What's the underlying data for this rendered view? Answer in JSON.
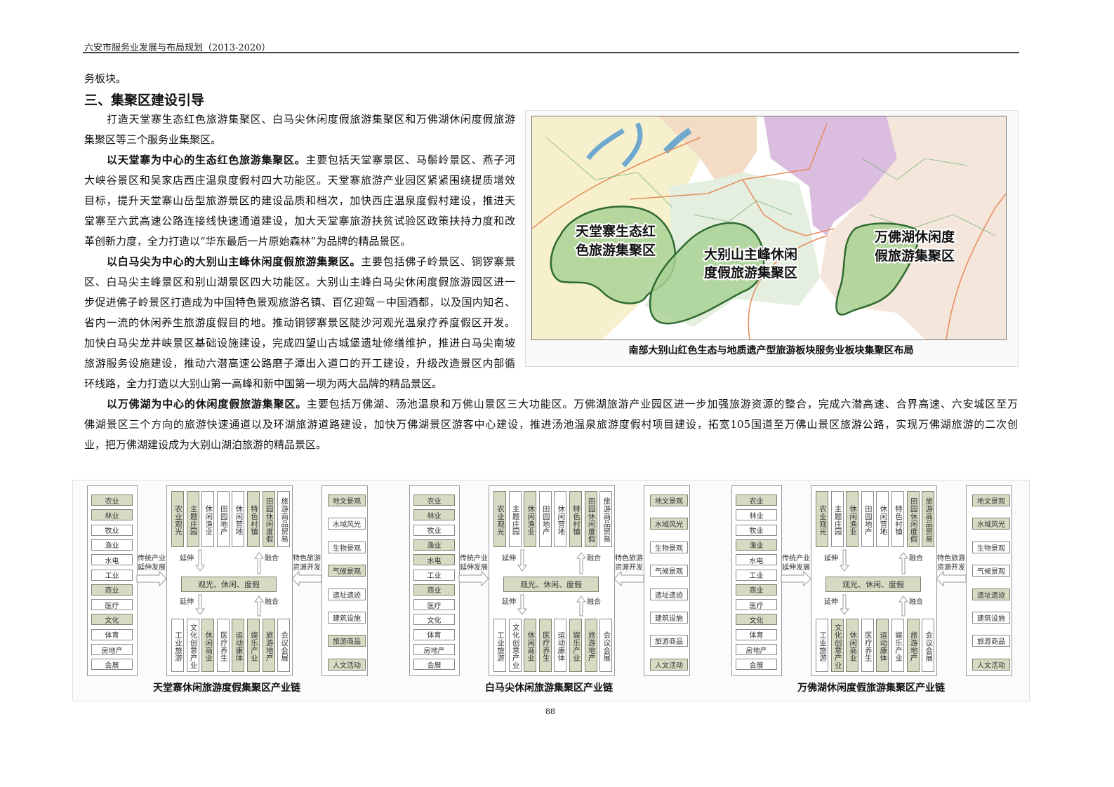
{
  "header": {
    "title": "六安市服务业发展与布局规划（2013-2020）"
  },
  "lead_line": "务板块。",
  "section_heading": "三、集聚区建设引导",
  "left_lines": [
    {
      "bold": "",
      "text": "打造天堂寨生态红色旅游集聚区、白马尖休闲度假旅游集聚区和万佛湖休闲度假旅游",
      "indent": true,
      "justify": true
    },
    {
      "bold": "",
      "text": "集聚区等三个服务业集聚区。",
      "indent": false,
      "justify": false
    },
    {
      "bold": "以天堂寨为中心的生态红色旅游集聚区。",
      "text": "主要包括天堂寨景区、马鬃岭景区、燕子河",
      "indent": true,
      "justify": true
    },
    {
      "bold": "",
      "text": "大峡谷景区和吴家店西庄温泉度假村四大功能区。天堂寨旅游产业园区紧紧围绕提质增效",
      "indent": false,
      "justify": true
    },
    {
      "bold": "",
      "text": "目标，提升天堂寨山岳型旅游景区的建设品质和档次，加快西庄温泉度假村建设，推进天",
      "indent": false,
      "justify": true
    },
    {
      "bold": "",
      "text": "堂寨至六武高速公路连接线快速通道建设，加大天堂寨旅游扶贫试验区政策扶持力度和改",
      "indent": false,
      "justify": true
    },
    {
      "bold": "",
      "text": "革创新力度，全力打造以“华东最后一片原始森林”为品牌的精品景区。",
      "indent": false,
      "justify": false
    },
    {
      "bold": "以白马尖为中心的大别山主峰休闲度假旅游集聚区。",
      "text": "主要包括佛子岭景区、铜锣寨景",
      "indent": true,
      "justify": true
    },
    {
      "bold": "",
      "text": "区、白马尖主峰景区和别山湖景区四大功能区。大别山主峰白马尖休闲度假旅游园区进一",
      "indent": false,
      "justify": true
    },
    {
      "bold": "",
      "text": "步促进佛子岭景区打造成为中国特色景观旅游名镇、百亿迎驾－中国酒都，以及国内知名、",
      "indent": false,
      "justify": true
    },
    {
      "bold": "",
      "text": "省内一流的休闲养生旅游度假目的地。推动铜锣寨景区陡沙河观光温泉疗养度假区开发。",
      "indent": false,
      "justify": true
    },
    {
      "bold": "",
      "text": "加快白马尖龙井峡景区基础设施建设，完成四望山古城堡遗址修缮维护，推进白马尖南坡",
      "indent": false,
      "justify": true
    },
    {
      "bold": "",
      "text": "旅游服务设施建设，推动六潜高速公路磨子潭出入道口的开工建设，升级改造景区内部循",
      "indent": false,
      "justify": true
    },
    {
      "bold": "",
      "text": "环线路，全力打造以大别山第一高峰和新中国第一坝为两大品牌的精品景区。",
      "indent": false,
      "justify": false
    }
  ],
  "full_lines": [
    {
      "bold": "以万佛湖为中心的休闲度假旅游集聚区。",
      "text": "主要包括万佛湖、汤池温泉和万佛山景区三大功能区。万佛湖旅游产业园区进一步加强旅游资源的整合，完成六潜高速、合界高速、六安城区至万",
      "indent": true,
      "justify": true
    },
    {
      "bold": "",
      "text": "佛湖景区三个方向的旅游快速通道以及环湖旅游道路建设，加快万佛湖景区游客中心建设，推进汤池温泉旅游度假村项目建设，拓宽105国道至万佛山景区旅游公路，实现万佛湖旅游的二次创",
      "indent": false,
      "justify": true
    },
    {
      "bold": "",
      "text": "业，把万佛湖建设成为大别山湖泊旅游的精品景区。",
      "indent": false,
      "justify": false
    }
  ],
  "map": {
    "caption": "南部大别山红色生态与地质遗产型旅游板块服务业板块集聚区布局",
    "zones": [
      {
        "lines": [
          "天堂寨生态红",
          "色旅游集聚区"
        ]
      },
      {
        "lines": [
          "大别山主峰休闲",
          "度假旅游集聚区"
        ]
      },
      {
        "lines": [
          "万佛湖休闲度",
          "假旅游集聚区"
        ]
      }
    ],
    "colors": {
      "zone_fill": "#a9d193",
      "zone_stroke": "#2f6a2f"
    }
  },
  "diagrams": [
    {
      "caption": "天堂寨休闲旅游度假集聚区产业链",
      "center": "观光、休闲、度假",
      "left_arrow_label": "传统产业延伸发展",
      "right_arrow_label": "特色旅游资源开发",
      "extend_label": "延伸",
      "merge_label": "融合",
      "left": [
        {
          "t": "农业",
          "h": true
        },
        {
          "t": "林业",
          "h": true
        },
        {
          "t": "牧业",
          "h": false
        },
        {
          "t": "渔业",
          "h": false
        },
        {
          "t": "水电",
          "h": false
        },
        {
          "t": "工业",
          "h": false
        },
        {
          "t": "商业",
          "h": true
        },
        {
          "t": "医疗",
          "h": false
        },
        {
          "t": "文化",
          "h": true
        },
        {
          "t": "体育",
          "h": false
        },
        {
          "t": "房地产",
          "h": false
        },
        {
          "t": "会展",
          "h": false
        }
      ],
      "top": [
        {
          "t": "农业观光",
          "h": true
        },
        {
          "t": "主题庄园",
          "h": true
        },
        {
          "t": "休闲渔业",
          "h": false
        },
        {
          "t": "田园地产",
          "h": false
        },
        {
          "t": "休闲营地",
          "h": false
        },
        {
          "t": "特色村镇",
          "h": true
        },
        {
          "t": "田园休闲度假",
          "h": true
        },
        {
          "t": "旅游商品贸易",
          "h": false
        }
      ],
      "bottom": [
        {
          "t": "工业旅游",
          "h": false
        },
        {
          "t": "文化创意产业",
          "h": false
        },
        {
          "t": "休闲商业",
          "h": true
        },
        {
          "t": "医疗养生",
          "h": false
        },
        {
          "t": "运动康体",
          "h": true
        },
        {
          "t": "娱乐产业",
          "h": true
        },
        {
          "t": "旅游地产",
          "h": true
        },
        {
          "t": "会议会展",
          "h": false
        }
      ],
      "right": [
        {
          "t": "地文景观",
          "h": true
        },
        {
          "t": "水域风光",
          "h": false
        },
        {
          "t": "生物景观",
          "h": false
        },
        {
          "t": "气候景观",
          "h": true
        },
        {
          "t": "遗址遗迹",
          "h": false
        },
        {
          "t": "建筑设施",
          "h": false
        },
        {
          "t": "旅游商品",
          "h": true
        },
        {
          "t": "人文活动",
          "h": true
        }
      ]
    },
    {
      "caption": "白马尖休闲旅游集聚区产业链",
      "center": "观光、休闲、度假",
      "left_arrow_label": "传统产业延伸发展",
      "right_arrow_label": "特色旅游资源开发",
      "extend_label": "延伸",
      "merge_label": "融合",
      "left": [
        {
          "t": "农业",
          "h": true
        },
        {
          "t": "林业",
          "h": true
        },
        {
          "t": "牧业",
          "h": false
        },
        {
          "t": "渔业",
          "h": true
        },
        {
          "t": "水电",
          "h": true
        },
        {
          "t": "工业",
          "h": false
        },
        {
          "t": "商业",
          "h": true
        },
        {
          "t": "医疗",
          "h": false
        },
        {
          "t": "文化",
          "h": false
        },
        {
          "t": "体育",
          "h": false
        },
        {
          "t": "房地产",
          "h": false
        },
        {
          "t": "会展",
          "h": false
        }
      ],
      "top": [
        {
          "t": "农业观光",
          "h": true
        },
        {
          "t": "主题庄园",
          "h": false
        },
        {
          "t": "休闲渔业",
          "h": true
        },
        {
          "t": "田园地产",
          "h": false
        },
        {
          "t": "休闲营地",
          "h": false
        },
        {
          "t": "特色村镇",
          "h": true
        },
        {
          "t": "田园休闲度假",
          "h": true
        },
        {
          "t": "旅游商品贸易",
          "h": false
        }
      ],
      "bottom": [
        {
          "t": "工业旅游",
          "h": false
        },
        {
          "t": "文化创意产业",
          "h": false
        },
        {
          "t": "休闲商业",
          "h": true
        },
        {
          "t": "医疗养生",
          "h": true
        },
        {
          "t": "运动康体",
          "h": false
        },
        {
          "t": "娱乐产业",
          "h": true
        },
        {
          "t": "旅游地产",
          "h": true
        },
        {
          "t": "会议会展",
          "h": false
        }
      ],
      "right": [
        {
          "t": "地文景观",
          "h": true
        },
        {
          "t": "水域风光",
          "h": true
        },
        {
          "t": "生物景观",
          "h": false
        },
        {
          "t": "气候景观",
          "h": false
        },
        {
          "t": "遗址遗迹",
          "h": false
        },
        {
          "t": "建筑设施",
          "h": false
        },
        {
          "t": "旅游商品",
          "h": false
        },
        {
          "t": "人文活动",
          "h": true
        }
      ]
    },
    {
      "caption": "万佛湖休闲度假旅游集聚区产业链",
      "center": "观光、休闲、度假",
      "left_arrow_label": "传统产业延伸发展",
      "right_arrow_label": "特色旅游资源开发",
      "extend_label": "延伸",
      "merge_label": "融合",
      "left": [
        {
          "t": "农业",
          "h": true
        },
        {
          "t": "林业",
          "h": false
        },
        {
          "t": "牧业",
          "h": false
        },
        {
          "t": "渔业",
          "h": true
        },
        {
          "t": "水电",
          "h": false
        },
        {
          "t": "工业",
          "h": false
        },
        {
          "t": "商业",
          "h": true
        },
        {
          "t": "医疗",
          "h": false
        },
        {
          "t": "文化",
          "h": true
        },
        {
          "t": "体育",
          "h": false
        },
        {
          "t": "房地产",
          "h": false
        },
        {
          "t": "会展",
          "h": false
        }
      ],
      "top": [
        {
          "t": "农业观光",
          "h": true
        },
        {
          "t": "主题庄园",
          "h": false
        },
        {
          "t": "休闲渔业",
          "h": true
        },
        {
          "t": "田园地产",
          "h": false
        },
        {
          "t": "休闲营地",
          "h": false
        },
        {
          "t": "特色村镇",
          "h": false
        },
        {
          "t": "田园休闲度假",
          "h": true
        },
        {
          "t": "旅游商品贸易",
          "h": true
        }
      ],
      "bottom": [
        {
          "t": "工业旅游",
          "h": false
        },
        {
          "t": "文化创意产业",
          "h": true
        },
        {
          "t": "休闲商业",
          "h": true
        },
        {
          "t": "医疗养生",
          "h": false
        },
        {
          "t": "运动康体",
          "h": true
        },
        {
          "t": "娱乐产业",
          "h": false
        },
        {
          "t": "旅游地产",
          "h": true
        },
        {
          "t": "会议会展",
          "h": false
        }
      ],
      "right": [
        {
          "t": "地文景观",
          "h": true
        },
        {
          "t": "水域风光",
          "h": true
        },
        {
          "t": "生物景观",
          "h": false
        },
        {
          "t": "气候景观",
          "h": false
        },
        {
          "t": "遗址遗迹",
          "h": true
        },
        {
          "t": "建筑设施",
          "h": false
        },
        {
          "t": "旅游商品",
          "h": false
        },
        {
          "t": "人文活动",
          "h": true
        }
      ]
    }
  ],
  "page_number": "88"
}
